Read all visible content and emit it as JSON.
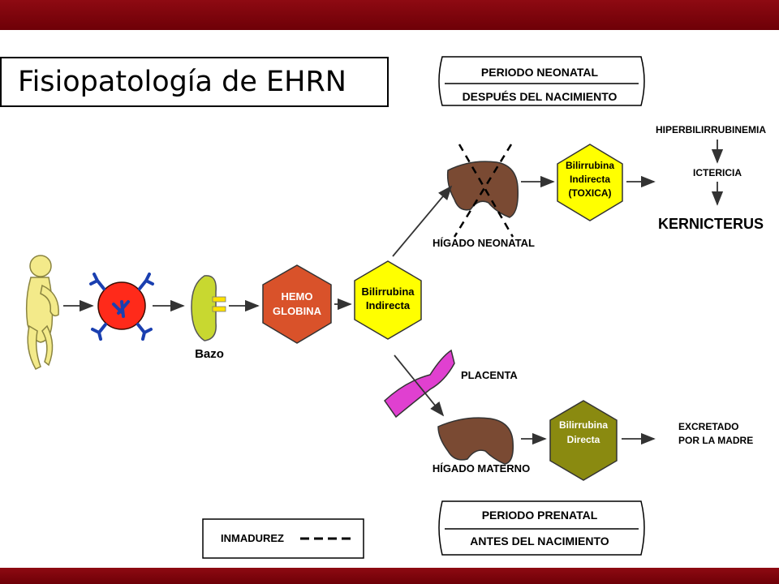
{
  "title": "Fisiopatología de EHRN",
  "period_neonatal": {
    "line1": "PERIODO NEONATAL",
    "line2": "DESPUÉS DEL NACIMIENTO"
  },
  "period_prenatal": {
    "line1": "PERIODO PRENATAL",
    "line2": "ANTES DEL NACIMIENTO"
  },
  "nodes": {
    "spleen_label": "Bazo",
    "hemoglobin": [
      "HEMO",
      "GLOBINA"
    ],
    "bilirubin_indirect": [
      "Bilirrubina",
      "Indirecta"
    ],
    "bilirubin_toxic": [
      "Bilirrubina",
      "Indirecta",
      "(TOXICA)"
    ],
    "bilirubin_direct": [
      "Bilirrubina",
      "Directa"
    ]
  },
  "labels": {
    "liver_neonatal": "HÍGADO NEONATAL",
    "liver_maternal": "HÍGADO MATERNO",
    "placenta": "PLACENTA",
    "hyperbilirubinemia": "HIPERBILIRRUBINEMIA",
    "jaundice": "ICTERICIA",
    "kernicterus": "KERNICTERUS",
    "excreted": [
      "EXCRETADO",
      "POR LA MADRE"
    ]
  },
  "legend": {
    "label": "INMADUREZ",
    "symbol": "----"
  },
  "colors": {
    "bar": "#7a0009",
    "hemoglobin": "#d9522a",
    "bilirubin_yellow": "#ffff00",
    "bilirubin_direct": "#8a8a10",
    "liver": "#7a4a33",
    "placenta": "#e040d0",
    "rbc": "#ff2a1a",
    "antibody": "#1a3fb0",
    "spleen": "#c8d830",
    "baby": "#f3ea8a"
  }
}
